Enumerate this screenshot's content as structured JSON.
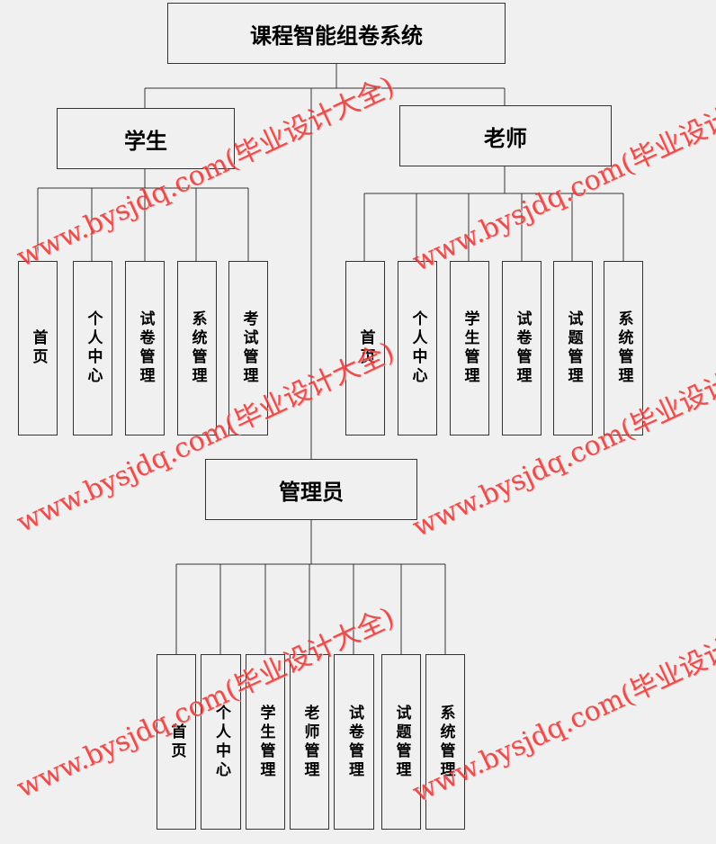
{
  "root": {
    "label": "课程智能组卷系统"
  },
  "student": {
    "label": "学生",
    "children": [
      "首页",
      "个人中心",
      "试卷管理",
      "系统管理",
      "考试管理"
    ]
  },
  "teacher": {
    "label": "老师",
    "children": [
      "首页",
      "个人中心",
      "学生管理",
      "试卷管理",
      "试题管理",
      "系统管理"
    ]
  },
  "admin": {
    "label": "管理员",
    "children": [
      "首页",
      "个人中心",
      "学生管理",
      "老师管理",
      "试卷管理",
      "试题管理",
      "系统管理"
    ]
  },
  "watermark": {
    "text": "www.bysjdq.com(毕业设计大全)",
    "color": "#e63333"
  }
}
